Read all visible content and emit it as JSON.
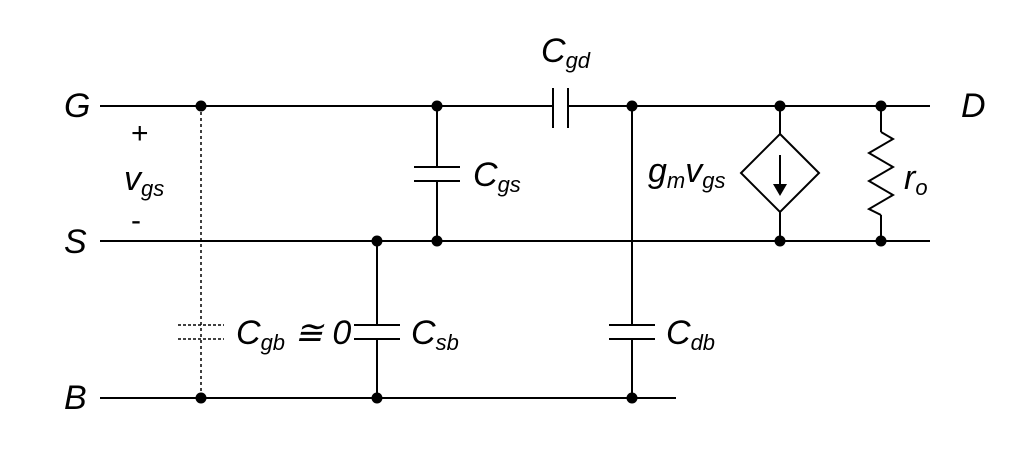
{
  "terminals": {
    "gate": "G",
    "source": "S",
    "body": "B",
    "drain": "D"
  },
  "vgs": {
    "plus": "+",
    "minus": "-",
    "main": "v",
    "sub": "gs"
  },
  "components": {
    "cgd": {
      "main": "C",
      "sub": "gd"
    },
    "cgs": {
      "main": "C",
      "sub": "gs"
    },
    "cgb": {
      "main": "C",
      "sub": "gb",
      "suffix": " ≅ 0"
    },
    "csb": {
      "main": "C",
      "sub": "sb"
    },
    "cdb": {
      "main": "C",
      "sub": "db"
    },
    "gm": {
      "g": "g",
      "gsub": "m",
      "v": "v",
      "vsub": "gs"
    },
    "ro": {
      "main": "r",
      "sub": "o"
    }
  }
}
